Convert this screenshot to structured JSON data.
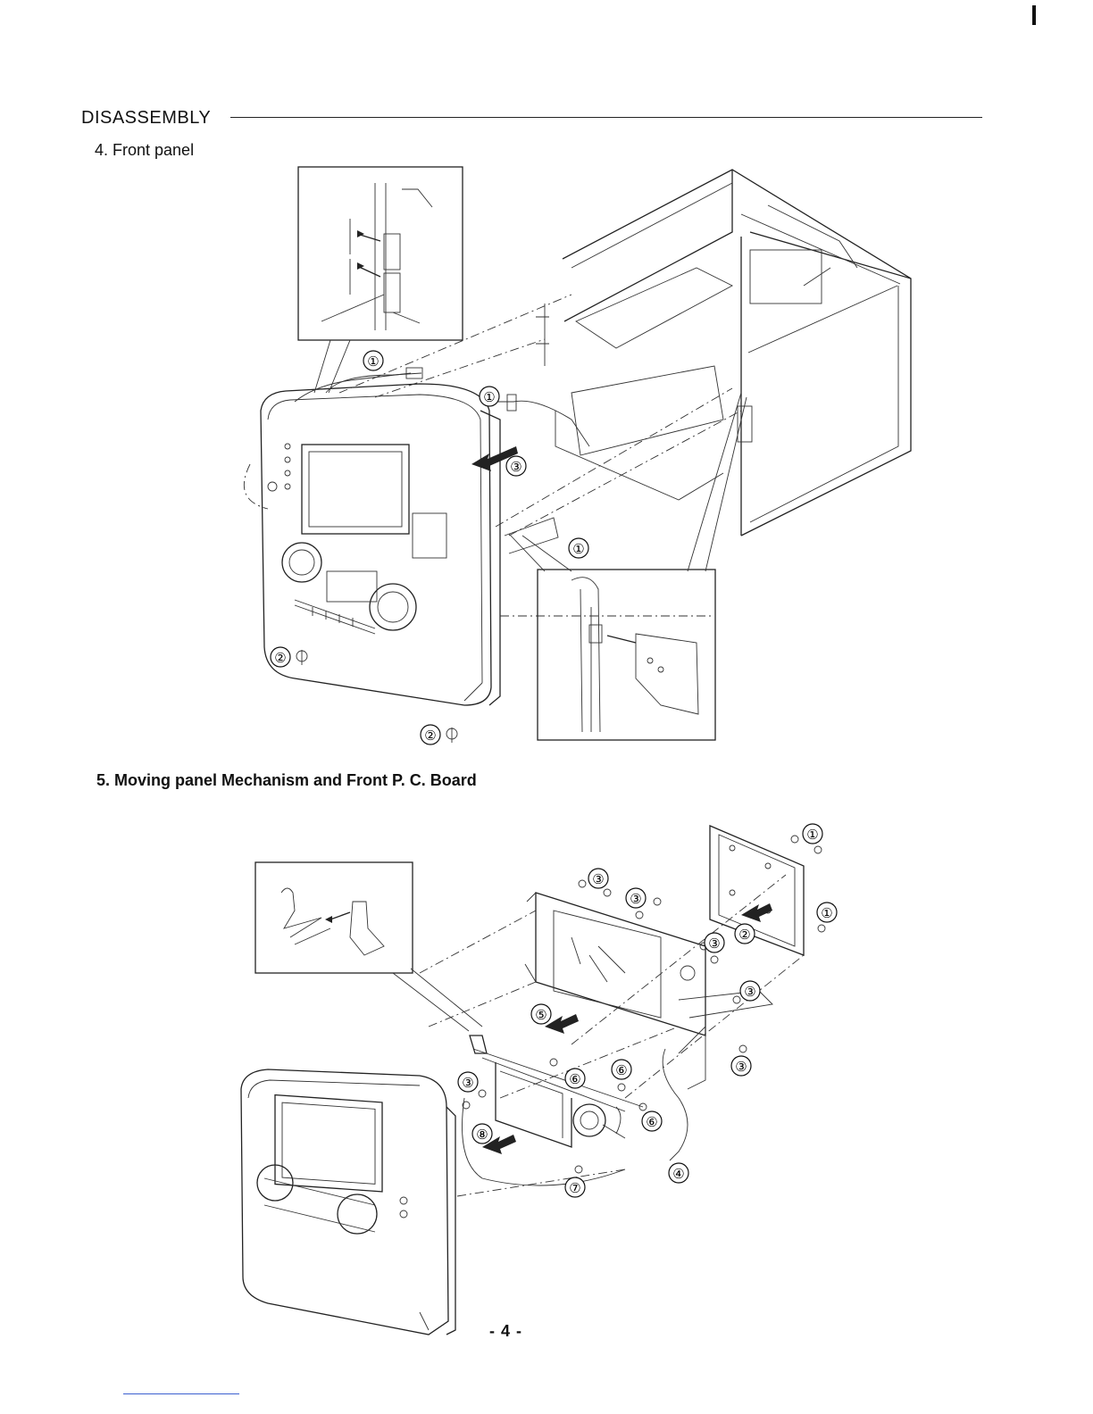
{
  "document": {
    "heading": "DISASSEMBLY",
    "sections": [
      {
        "label": "4. Front panel"
      },
      {
        "label": "5. Moving panel Mechanism and Front P. C. Board"
      }
    ],
    "page_number": "- 4 -"
  },
  "figure1": {
    "callouts": [
      "①",
      "①",
      "③",
      "①",
      "②",
      "②"
    ]
  },
  "figure2": {
    "callouts": [
      "①",
      "①",
      "②",
      "③",
      "③",
      "③",
      "③",
      "③",
      "③",
      "③",
      "⑤",
      "⑥",
      "⑥",
      "⑥",
      "⑦",
      "⑧",
      "④"
    ]
  }
}
